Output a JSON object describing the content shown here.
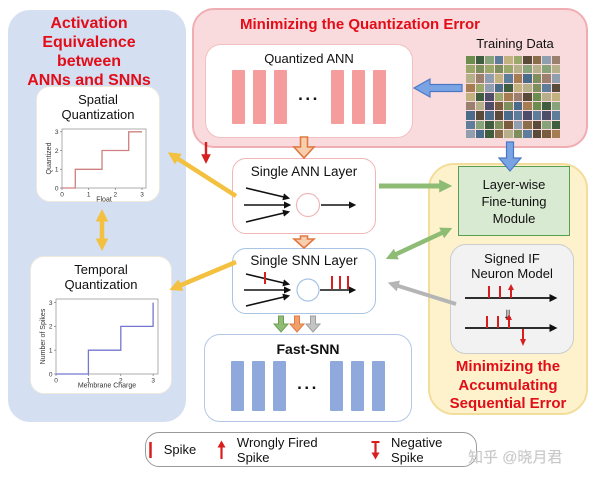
{
  "colors": {
    "red_text": "#e20d18",
    "spike_red": "#d81e1e",
    "panel_blue": "#d4dff2",
    "panel_pink": "#fadbdd",
    "panel_pink_border": "#f0aeb3",
    "panel_yellow": "#fdf2cc",
    "panel_yellow_border": "#f3dd9a",
    "ann_bar": "#f59c9c",
    "snn_bar": "#8fa9dc",
    "module_green": "#d9ead3",
    "module_green_border": "#58a050",
    "gray_box": "#f2f2f2",
    "gray_box_border": "#cccccc",
    "card_border_pink": "#f0b6b8",
    "card_border_blue": "#a8c4e6",
    "arrow_yellow": "#f3c13f",
    "arrow_green": "#8fbc75",
    "arrow_gray": "#b5b5b5",
    "arrow_blue": "#7aa3e3",
    "arrow_orange": "#e07a42"
  },
  "left_panel": {
    "title_lines": [
      "Activation",
      "Equivalence",
      "between",
      "ANNs and SNNs"
    ]
  },
  "spatial_card": {
    "title_lines": [
      "Spatial",
      "Quantization"
    ]
  },
  "temporal_card": {
    "title_lines": [
      "Temporal",
      "Quantization"
    ]
  },
  "chart_data": [
    {
      "id": "spatial",
      "type": "line",
      "title": "Spatial Quantization",
      "xlabel": "Float",
      "ylabel": "Quantized",
      "xticks": [
        0,
        1,
        2,
        3
      ],
      "yticks": [
        0,
        1,
        2,
        3
      ],
      "xlim": [
        0,
        3.15
      ],
      "ylim": [
        0,
        3.15
      ],
      "grid": false,
      "points": [
        [
          0,
          0
        ],
        [
          0.5,
          0
        ],
        [
          0.5,
          1
        ],
        [
          1.5,
          1
        ],
        [
          1.5,
          2
        ],
        [
          2.5,
          2
        ],
        [
          2.5,
          3
        ],
        [
          3,
          3
        ]
      ],
      "line_color": "#cf8080"
    },
    {
      "id": "temporal",
      "type": "line",
      "title": "Temporal Quantization",
      "xlabel": "Membrane Charge",
      "ylabel": "Number of Spikes",
      "xticks": [
        0,
        1,
        2,
        3
      ],
      "yticks": [
        0,
        1,
        2,
        3
      ],
      "xlim": [
        0,
        3.15
      ],
      "ylim": [
        0,
        3.15
      ],
      "grid": false,
      "points": [
        [
          0,
          0
        ],
        [
          1,
          0
        ],
        [
          1,
          1
        ],
        [
          2,
          1
        ],
        [
          2,
          2
        ],
        [
          3,
          2
        ],
        [
          3,
          3
        ]
      ],
      "line_color": "#7577cf"
    }
  ],
  "pink_panel": {
    "title": "Minimizing the Quantization Error"
  },
  "quantized_ann": {
    "title": "Quantized ANN",
    "ellipsis": "..."
  },
  "training_data": {
    "label": "Training  Data",
    "grid": {
      "rows": 9,
      "cols": 10
    },
    "palette": [
      "#6b8e4e",
      "#8a6d4a",
      "#4a6b8a",
      "#9aa86b",
      "#7a5c3e",
      "#5e7d9a",
      "#b5b08a",
      "#3f5e3f",
      "#8f9fb0",
      "#a67c52",
      "#5a4a3a",
      "#7d8f5c",
      "#c2b280",
      "#4e4e6b",
      "#86a37a",
      "#9b8070"
    ]
  },
  "single_ann": {
    "title": "Single ANN Layer"
  },
  "single_snn": {
    "title": "Single SNN Layer"
  },
  "fast_snn": {
    "title": "Fast-SNN",
    "ellipsis": "..."
  },
  "finetune_module": {
    "title_lines": [
      "Layer-wise",
      "Fine-tuning",
      "Module"
    ]
  },
  "signed_if": {
    "title_lines": [
      "Signed IF",
      "Neuron Model"
    ],
    "transform_symbol": "⇓"
  },
  "yellow_panel": {
    "title_lines": [
      "Minimizing the",
      "Accumulating",
      "Sequential Error"
    ]
  },
  "legend": {
    "items": [
      {
        "icon": "spike-icon",
        "label": "Spike"
      },
      {
        "icon": "wrongly-fired-spike-icon",
        "label": "Wrongly Fired Spike"
      },
      {
        "icon": "negative-spike-icon",
        "label": "Negative  Spike"
      }
    ]
  },
  "watermark": "知乎 @晓月君"
}
